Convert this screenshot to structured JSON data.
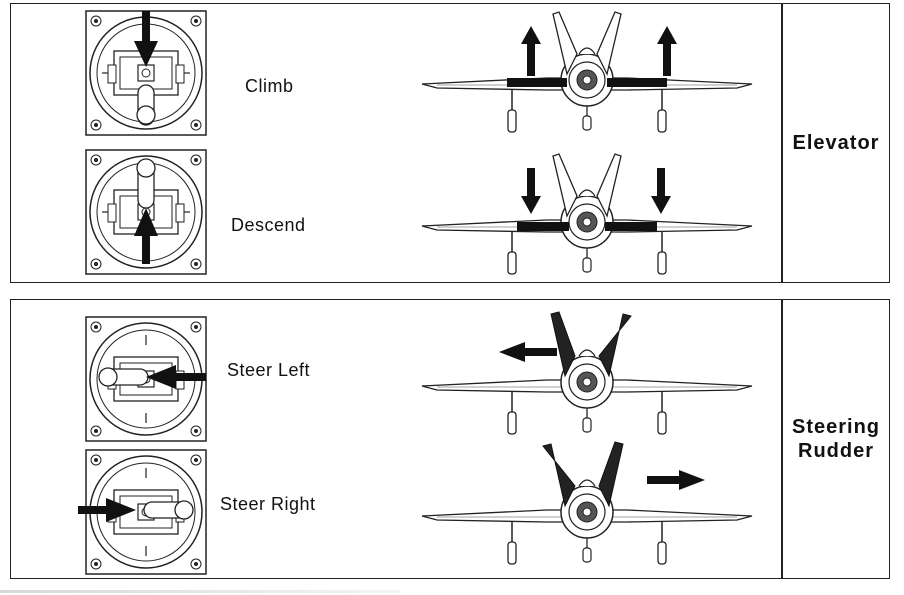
{
  "elevator": {
    "label": "Elevator",
    "climb_label": "Climb",
    "descend_label": "Descend"
  },
  "rudder": {
    "label_line1": "Steering",
    "label_line2": "Rudder",
    "left_label": "Steer Left",
    "right_label": "Steer Right"
  }
}
